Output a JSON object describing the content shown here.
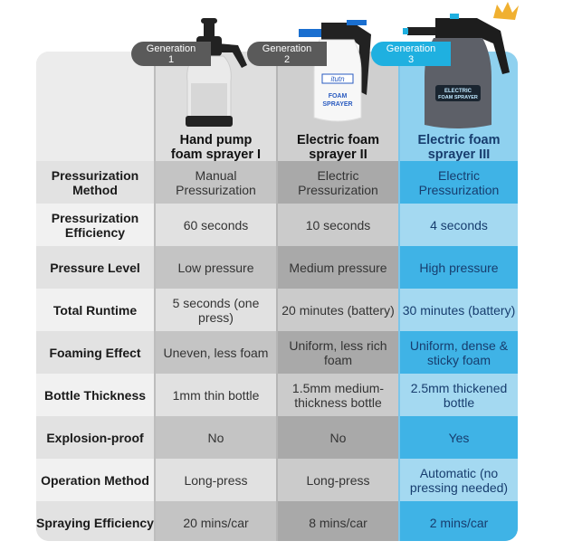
{
  "products": [
    {
      "generation": "Generation",
      "gen_num": "1",
      "name_line1": "Hand pump",
      "name_line2": "foam sprayer I"
    },
    {
      "generation": "Generation",
      "gen_num": "2",
      "name_line1": "Electric foam",
      "name_line2": "sprayer II",
      "bottle_brand": "itutn",
      "bottle_label": "FOAM SPRAYER"
    },
    {
      "generation": "Generation",
      "gen_num": "3",
      "name_line1": "Electric foam",
      "name_line2": "sprayer III",
      "bottle_label": "ELECTRIC FOAM SPRAYER"
    }
  ],
  "colors": {
    "accent": "#3fb3e6",
    "accent_light": "#a4d9f1",
    "text_dark_blue": "#173d6e",
    "badge_dark": "#5a5a5a"
  },
  "rows": [
    {
      "label": "Pressurization Method",
      "values": [
        "Manual Pressurization",
        "Electric Pressurization",
        "Electric Pressurization"
      ]
    },
    {
      "label": "Pressurization Efficiency",
      "values": [
        "60 seconds",
        "10 seconds",
        "4 seconds"
      ]
    },
    {
      "label": "Pressure Level",
      "values": [
        "Low pressure",
        "Medium pressure",
        "High pressure"
      ]
    },
    {
      "label": "Total Runtime",
      "values": [
        "5 seconds (one press)",
        "20 minutes (battery)",
        "30 minutes (battery)"
      ]
    },
    {
      "label": "Foaming Effect",
      "values": [
        "Uneven, less foam",
        "Uniform, less rich foam",
        "Uniform, dense & sticky foam"
      ]
    },
    {
      "label": "Bottle Thickness",
      "values": [
        "1mm thin bottle",
        "1.5mm medium-thickness bottle",
        "2.5mm thickened bottle"
      ]
    },
    {
      "label": "Explosion-proof",
      "values": [
        "No",
        "No",
        "Yes"
      ]
    },
    {
      "label": "Operation Method",
      "values": [
        "Long-press",
        "Long-press",
        "Automatic (no pressing needed)"
      ]
    },
    {
      "label": "Spraying Efficiency",
      "values": [
        "20 mins/car",
        "8 mins/car",
        "2 mins/car"
      ]
    }
  ]
}
